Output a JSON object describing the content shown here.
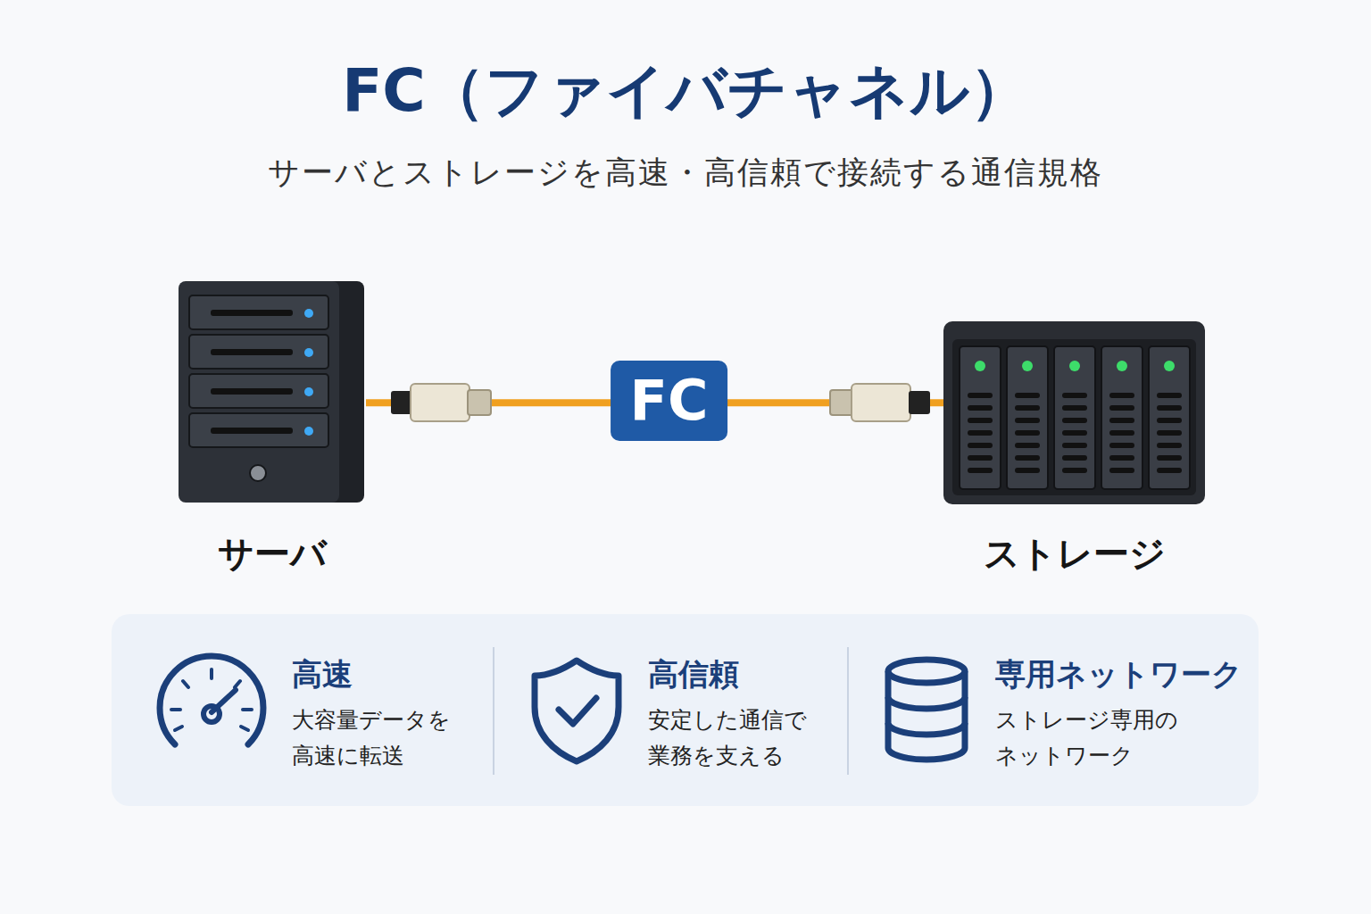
{
  "diagram": {
    "title": "FC（ファイバチャネル）",
    "caption": "サーバとストレージを高速・高信頼で接続する通信規格",
    "nodes": [
      {
        "text": [
          "サーバ"
        ]
      },
      {
        "text": [
          "ストレージ"
        ]
      },
      {
        "text": [
          "高速",
          "大容量データを 高速に転送"
        ]
      },
      {
        "text": [
          "高信頼",
          "安定した通信で 業務を支える"
        ]
      },
      {
        "text": [
          "専用ネットワーク",
          "ストレージ専用の ネットワーク"
        ]
      }
    ],
    "edges": [
      {
        "from": 0,
        "to": 1,
        "arrow": "none",
        "label": "FC"
      }
    ]
  }
}
